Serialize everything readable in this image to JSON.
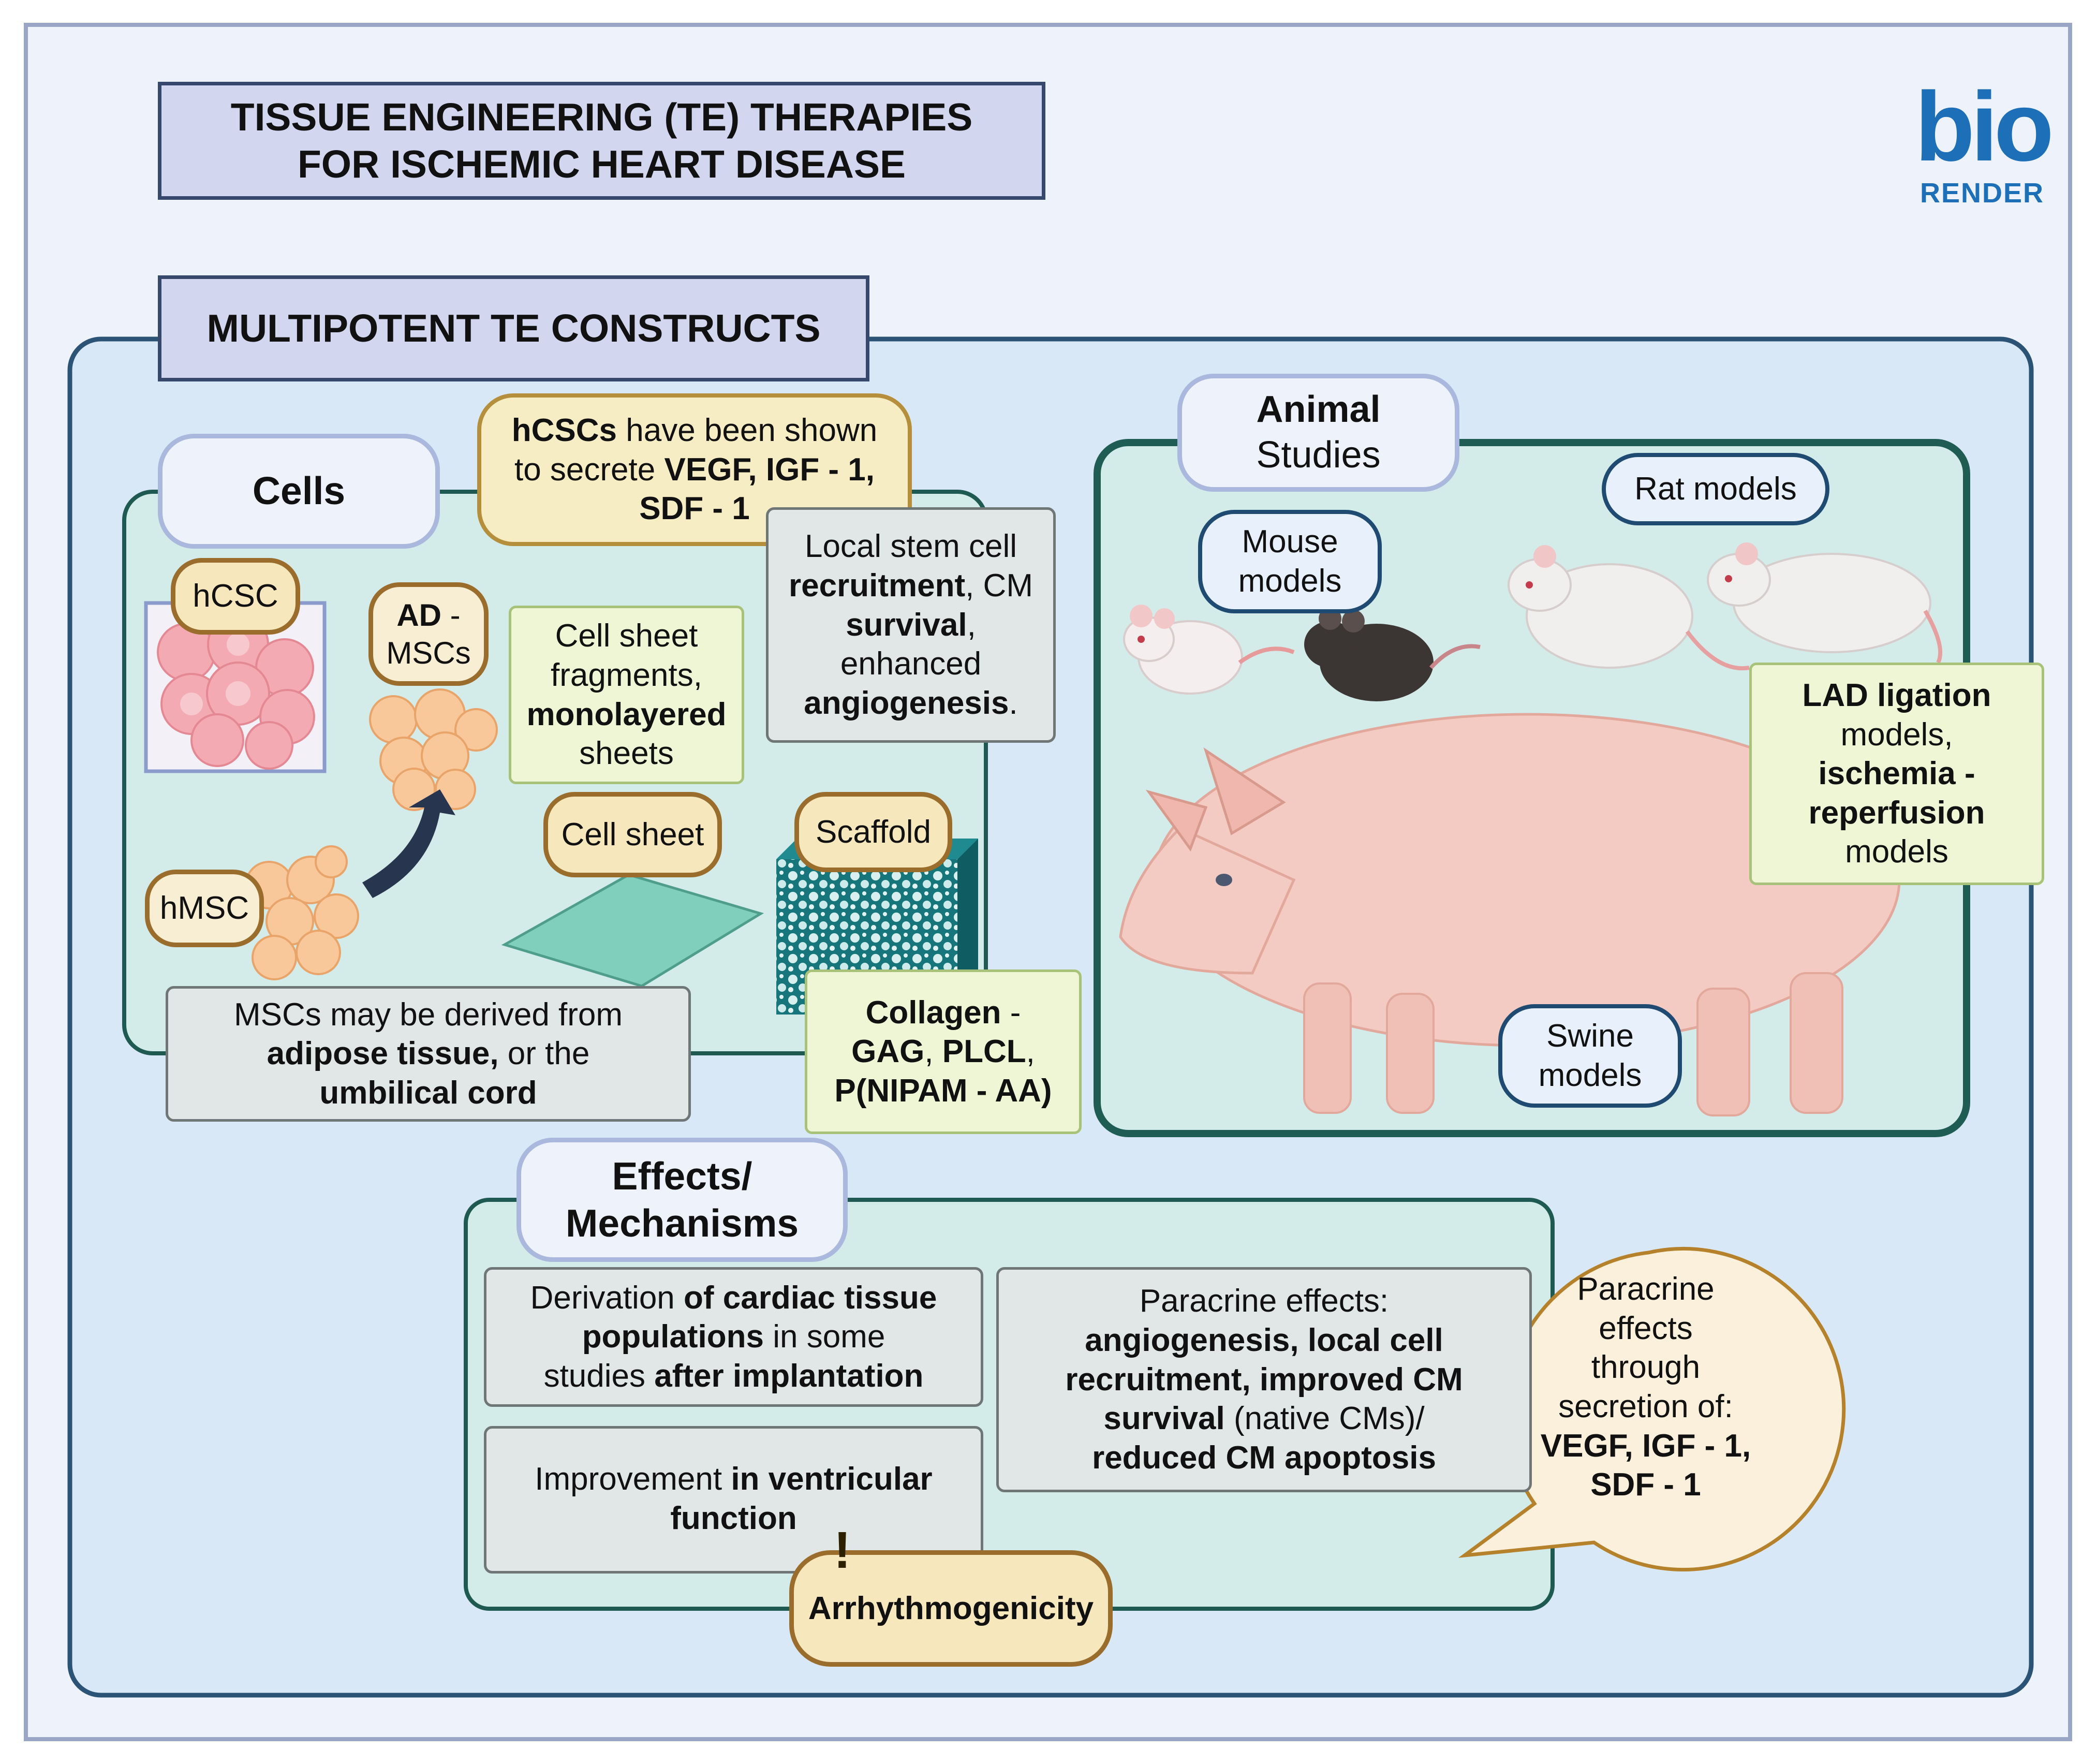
{
  "title": {
    "line1": "TISSUE ENGINEERING (TE) THERAPIES",
    "line2": "FOR ISCHEMIC HEART DISEASE"
  },
  "logo": {
    "word": "bio",
    "sub": "RENDER"
  },
  "section": "MULTIPOTENT TE CONSTRUCTS",
  "cells": {
    "header": "Cells",
    "hcsc": "hCSC",
    "hmsc": "hMSC",
    "ad_msc": {
      "bold": "AD",
      "rest": " -",
      "line2": "MSCs"
    },
    "cell_sheet": "Cell sheet",
    "scaffold": "Scaffold",
    "hcsc_note": {
      "b1": "hCSCs",
      "t1": " have been shown",
      "t2": "to secrete ",
      "b2": "VEGF, IGF - 1,",
      "b3": "SDF - 1"
    },
    "stem_note": {
      "t1": "Local stem cell",
      "b1": "recruitment",
      "t2": ", CM",
      "b2": "survival",
      "t3": ",",
      "t4": "enhanced",
      "b3": "angiogenesis",
      "t5": "."
    },
    "sheet_note": {
      "t1": "Cell sheet",
      "t2": "fragments,",
      "b1": "monolayered",
      "t3": "sheets"
    },
    "msc_note": {
      "t1": "MSCs may be derived from",
      "b1": "adipose tissue,",
      "t2": " or the",
      "b2": "umbilical cord"
    },
    "collagen_note": {
      "b1": "Collagen",
      "t1": " -",
      "b2": "GAG",
      "t2": ", ",
      "b3": "PLCL",
      "t3": ",",
      "b4": "P(NIPAM - AA)"
    }
  },
  "animals": {
    "header": {
      "line1": "Animal",
      "line2": "Studies"
    },
    "rat": "Rat models",
    "mouse": {
      "line1": "Mouse",
      "line2": "models"
    },
    "swine": {
      "line1": "Swine",
      "line2": "models"
    },
    "lad_note": {
      "b1": "LAD ligation",
      "t1": "models,",
      "b2": "ischemia -",
      "b3": "reperfusion",
      "t2": "models"
    }
  },
  "effects": {
    "header": {
      "line1": "Effects/",
      "line2": "Mechanisms"
    },
    "derivation": {
      "t1": "Derivation ",
      "b1": "of cardiac tissue",
      "b2": "populations",
      "t2": " in some",
      "t3": "studies ",
      "b3": "after implantation"
    },
    "improvement": {
      "t1": "Improvement ",
      "b1": "in ventricular",
      "b2": "function"
    },
    "paracrine": {
      "t1": "Paracrine effects:",
      "b1": "angiogenesis, local cell",
      "b2": "recruitment, improved CM",
      "b3": "survival",
      "t2": " (native CMs)/",
      "b4": "reduced CM apoptosis"
    },
    "bubble": {
      "t1": "Paracrine",
      "t2": "effects",
      "t3": "through",
      "t4": "secretion of:",
      "b1": "VEGF, IGF - 1,",
      "b2": "SDF - 1"
    },
    "arrhythmo": "Arrhythmogenicity",
    "warning_glyph": "!"
  },
  "colors": {
    "outer_border": "#9aa6c6",
    "panel_bg": "#d9e8f6",
    "panel_border": "#2b5375",
    "cells_bg": "#d3ecea",
    "animal_border": "#1f5c54",
    "tan": "#f6e7bc",
    "logo": "#1d6fb8"
  }
}
